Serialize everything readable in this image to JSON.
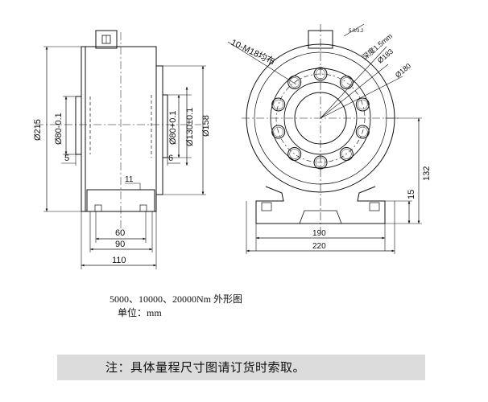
{
  "side_view": {
    "dim_outer_dia": "Ø215",
    "dim_spigot_left": "Ø80-0.1",
    "dim_spigot_right": "Ø80+0.1",
    "dim_pcd_right": "Ø130±0.1",
    "dim_body_right": "Ø158",
    "dim_step_left": "5",
    "dim_step_right": "6",
    "dim_foot_edge": "11",
    "dim_width_60": "60",
    "dim_width_90": "90",
    "dim_width_110": "110"
  },
  "front_view": {
    "dim_holes": "10-M18均布",
    "dim_depth": "深度1.5mm",
    "dim_pcd": "Ø183",
    "dim_outer": "Ø180",
    "dim_height_132": "132",
    "dim_height_15": "15",
    "dim_base_190": "190",
    "dim_base_220": "220",
    "roughness_label": "5.0/3.2"
  },
  "caption": {
    "models": "5000、10000、20000Nm 外形图",
    "unit": "单位：mm"
  },
  "note": "注：具体量程尺寸图请订货时索取。"
}
